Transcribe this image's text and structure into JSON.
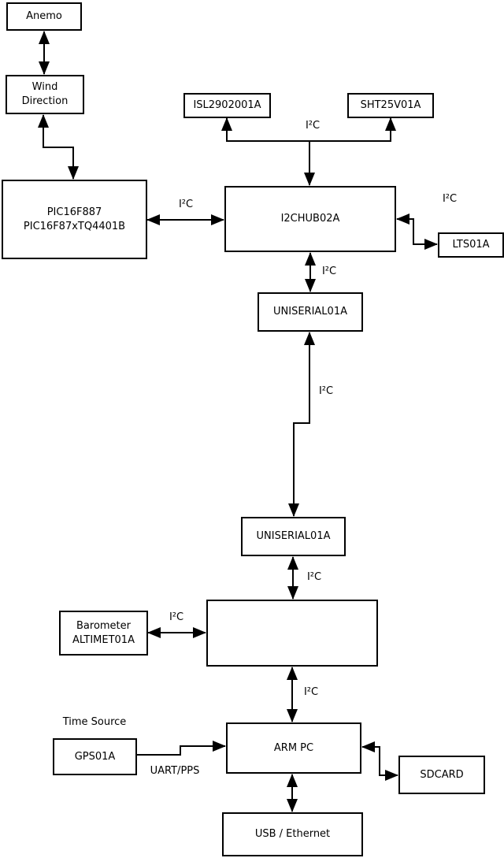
{
  "diagram": {
    "type": "hardware-block-diagram",
    "colors": {
      "background": "#ffffff",
      "box_fill": "#ffffff",
      "box_border": "#000000",
      "line": "#000000",
      "text": "#000000"
    },
    "nodes": {
      "anemo": {
        "label": "Anemo"
      },
      "wind_direction": {
        "line1": "Wind",
        "line2": "Direction"
      },
      "pic": {
        "line1": "PIC16F887",
        "line2": "PIC16F87xTQ4401B"
      },
      "isl": {
        "label": "ISL2902001A"
      },
      "sht": {
        "label": "SHT25V01A"
      },
      "hub1": {
        "label": "I2CHUB02A"
      },
      "lts": {
        "label": "LTS01A"
      },
      "uniserial1": {
        "label": "UNISERIAL01A"
      },
      "uniserial2": {
        "label": "UNISERIAL01A"
      },
      "barometer": {
        "line1": "Barometer",
        "line2": "ALTIMET01A"
      },
      "gps": {
        "label": "GPS01A"
      },
      "arm_pc": {
        "label": "ARM PC"
      },
      "sdcard": {
        "label": "SDCARD"
      },
      "usb_ethernet": {
        "label": "USB / Ethernet"
      }
    },
    "edge_labels": {
      "i2c_sensor_bus": "I²C",
      "i2c_pic_hub1": "I²C",
      "i2c_hub1_lts": "I²C",
      "i2c_hub1_uniserial1": "I²C",
      "i2c_uniserial_link": "I²C",
      "i2c_uniserial2_hub2": "I²C",
      "i2c_barometer_hub2": "I²C",
      "i2c_hub2_armpc": "I²C",
      "time_source": "Time Source",
      "uart_pps": "UART/PPS"
    }
  }
}
